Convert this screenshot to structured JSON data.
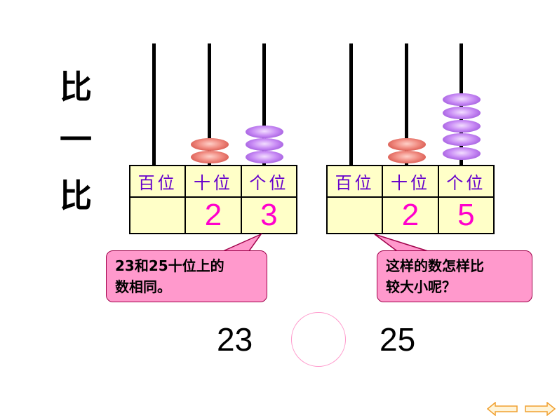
{
  "title_chars": [
    "比",
    "一",
    "比"
  ],
  "left_table": {
    "headers": [
      "百位",
      "十位",
      "个位"
    ],
    "values": [
      "",
      "2",
      "3"
    ],
    "beads": {
      "tens": 2,
      "ones": 3
    }
  },
  "right_table": {
    "headers": [
      "百位",
      "十位",
      "个位"
    ],
    "values": [
      "",
      "2",
      "5"
    ],
    "beads": {
      "tens": 2,
      "ones": 5
    }
  },
  "bubble_left": {
    "line1": "23和25十位上的",
    "line2": "数相同。"
  },
  "bubble_right": {
    "line1": "这样的数怎样比",
    "line2": "较大小呢？"
  },
  "compare": {
    "left": "23",
    "right": "25"
  },
  "nav": {
    "prev": "prev-arrow-icon",
    "next": "next-arrow-icon"
  },
  "colors": {
    "bead_tens": "#e0605a",
    "bead_ones": "#b070e8",
    "digit": "#ff00cc",
    "header": "#6600cc",
    "table_bg": "#ffffc8",
    "bubble": "#ff99cc"
  }
}
